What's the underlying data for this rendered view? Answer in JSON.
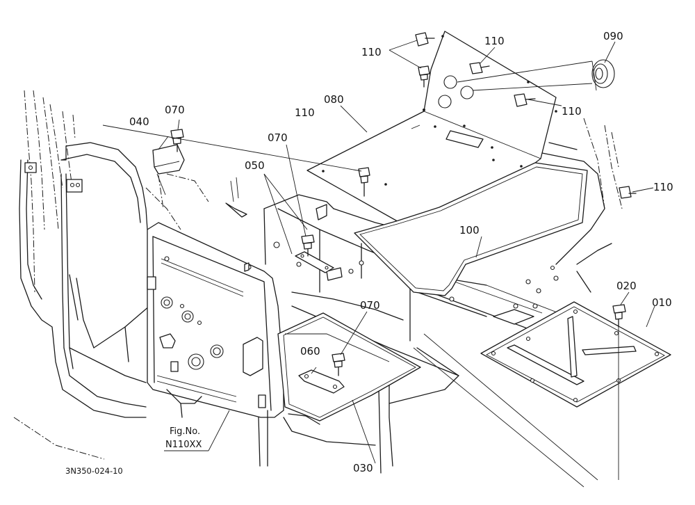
{
  "callouts": {
    "c010": "010",
    "c020": "020",
    "c030": "030",
    "c040": "040",
    "c050": "050",
    "c060": "060",
    "c070_top": "070",
    "c070_mid": "070",
    "c070_low": "070",
    "c080": "080",
    "c090": "090",
    "c100": "100",
    "c110_topleft": "110",
    "c110_top": "110",
    "c110_right": "110",
    "c110_mid": "110",
    "c110_far": "110"
  },
  "figure_ref": {
    "line1": "Fig.No.",
    "line2": "N110XX"
  },
  "drawing_code": "3N350-024-10",
  "colors": {
    "ink": "#1a1a1a",
    "paper": "#ffffff"
  }
}
